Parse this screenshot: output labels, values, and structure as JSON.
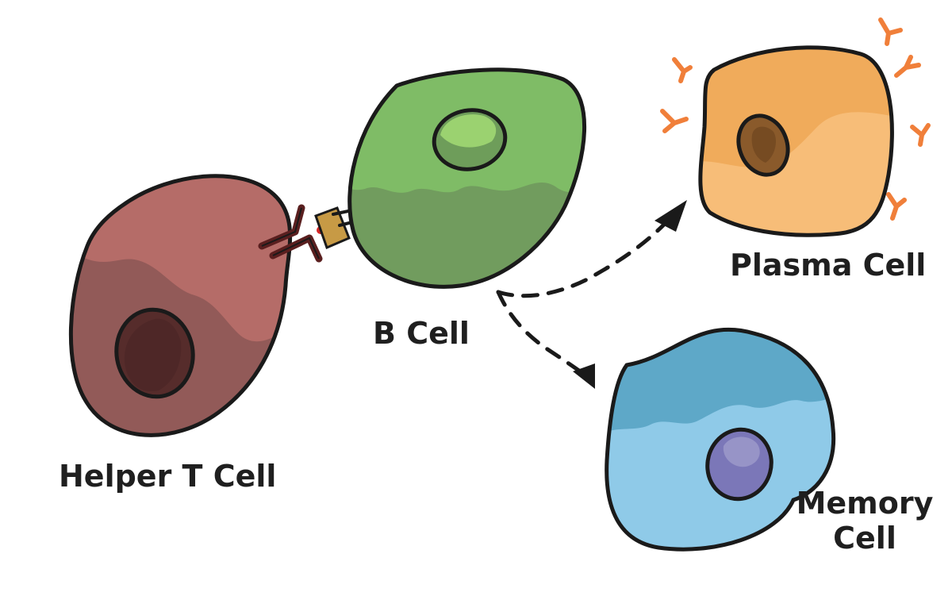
{
  "labels": {
    "helper_t_cell": "Helper T Cell",
    "b_cell": "B Cell",
    "plasma_cell": "Plasma Cell",
    "memory_cell_line1": "Memory",
    "memory_cell_line2": "Cell"
  },
  "colors": {
    "helper_t_dark": "#925a58",
    "helper_t_light": "#b56c68",
    "helper_t_nucleus": "#562c2b",
    "b_cell_dark": "#719c5e",
    "b_cell_light": "#7fbc66",
    "b_cell_nucleus": "#9bd270",
    "plasma_dark": "#f0ab5b",
    "plasma_light": "#f7bd78",
    "plasma_nucleus": "#8a5a2b",
    "antibody": "#f07f3a",
    "memory_dark": "#5ea8c8",
    "memory_light": "#8fcae8",
    "memory_nucleus": "#7b77b8",
    "receptor": "#5a1f1f",
    "antigen": "#c79a45",
    "outline": "#1a1a1a"
  }
}
